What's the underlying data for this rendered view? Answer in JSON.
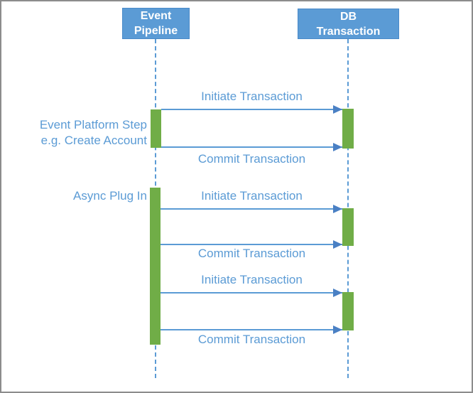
{
  "diagram_title": "Event Pipeline / DB Transaction sequence diagram",
  "colors": {
    "accent_blue": "#5B9BD5",
    "arrowhead_blue": "#4A80C4",
    "activation_green": "#70AD47",
    "frame_gray": "#8c8c8c",
    "header_text": "#ffffff"
  },
  "actors": [
    {
      "name": "Event Pipeline",
      "line1": "Event",
      "line2": "Pipeline"
    },
    {
      "name": "DB Transaction",
      "line1": "DB",
      "line2": "Transaction"
    }
  ],
  "annotations": [
    {
      "line1": "Event Platform Step",
      "line2": "e.g. Create Account"
    },
    {
      "line1": "Async Plug In"
    }
  ],
  "messages": [
    {
      "label": "Initiate Transaction",
      "from": "Event Pipeline",
      "to": "DB Transaction"
    },
    {
      "label": "Commit Transaction",
      "from": "Event Pipeline",
      "to": "DB Transaction"
    },
    {
      "label": "Initiate Transaction",
      "from": "Event Pipeline",
      "to": "DB Transaction"
    },
    {
      "label": "Commit Transaction",
      "from": "Event Pipeline",
      "to": "DB Transaction"
    },
    {
      "label": "Initiate Transaction",
      "from": "Event Pipeline",
      "to": "DB Transaction"
    },
    {
      "label": "Commit Transaction",
      "from": "Event Pipeline",
      "to": "DB Transaction"
    }
  ]
}
